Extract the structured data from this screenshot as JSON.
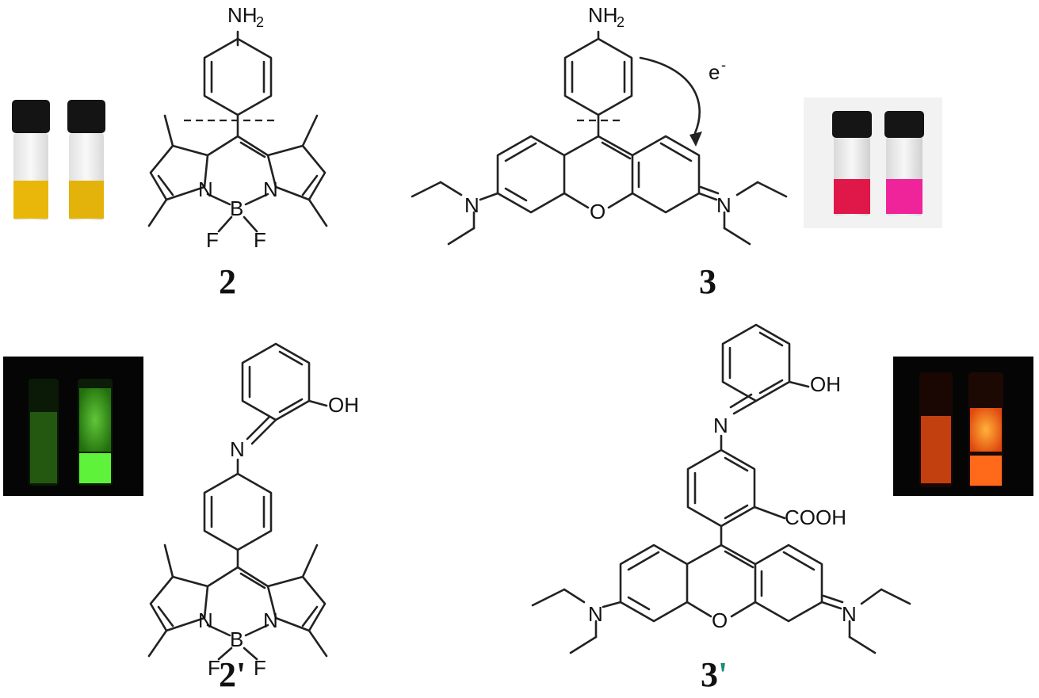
{
  "compounds": {
    "c2": {
      "label": "2",
      "substituent": "NH2",
      "substituent_main": "NH",
      "substituent_sub": "2",
      "atoms": {
        "n1": "N",
        "n2": "N",
        "boron": "B",
        "f1": "F",
        "f2": "F"
      }
    },
    "c3": {
      "label": "3",
      "substituent": "NH2",
      "substituent_main": "NH",
      "substituent_sub": "2",
      "electron": "e",
      "electron_sup": "-",
      "atoms": {
        "n_left": "N",
        "oxygen": "O",
        "n_right": "N"
      }
    },
    "c2p": {
      "label": "2'",
      "hydroxyl": "OH",
      "imine_n": "N",
      "atoms": {
        "n1": "N",
        "n2": "N",
        "boron": "B",
        "f1": "F",
        "f2": "F"
      }
    },
    "c3p": {
      "label": "3'",
      "label_main": "3",
      "label_prime": "'",
      "hydroxyl": "OH",
      "imine_n": "N",
      "carboxyl": "COOH",
      "atoms": {
        "n_left": "N",
        "oxygen": "O",
        "n_right": "N"
      }
    }
  },
  "photos": [
    {
      "name": "vials-yellow-daylight",
      "liquid_colors": [
        "#e8b70a",
        "#e3b30c"
      ]
    },
    {
      "name": "vials-pink-daylight",
      "liquid_colors": [
        "#e0184a",
        "#f0249a"
      ]
    },
    {
      "name": "vials-green-fluorescence",
      "liquid_colors": [
        "#3a8a1a",
        "#5ef23a"
      ]
    },
    {
      "name": "vials-orange-fluorescence",
      "liquid_colors": [
        "#e04a12",
        "#ff9a1e"
      ]
    }
  ],
  "colors": {
    "ink": "#111111",
    "prime_accent": "#1a8a7a"
  }
}
